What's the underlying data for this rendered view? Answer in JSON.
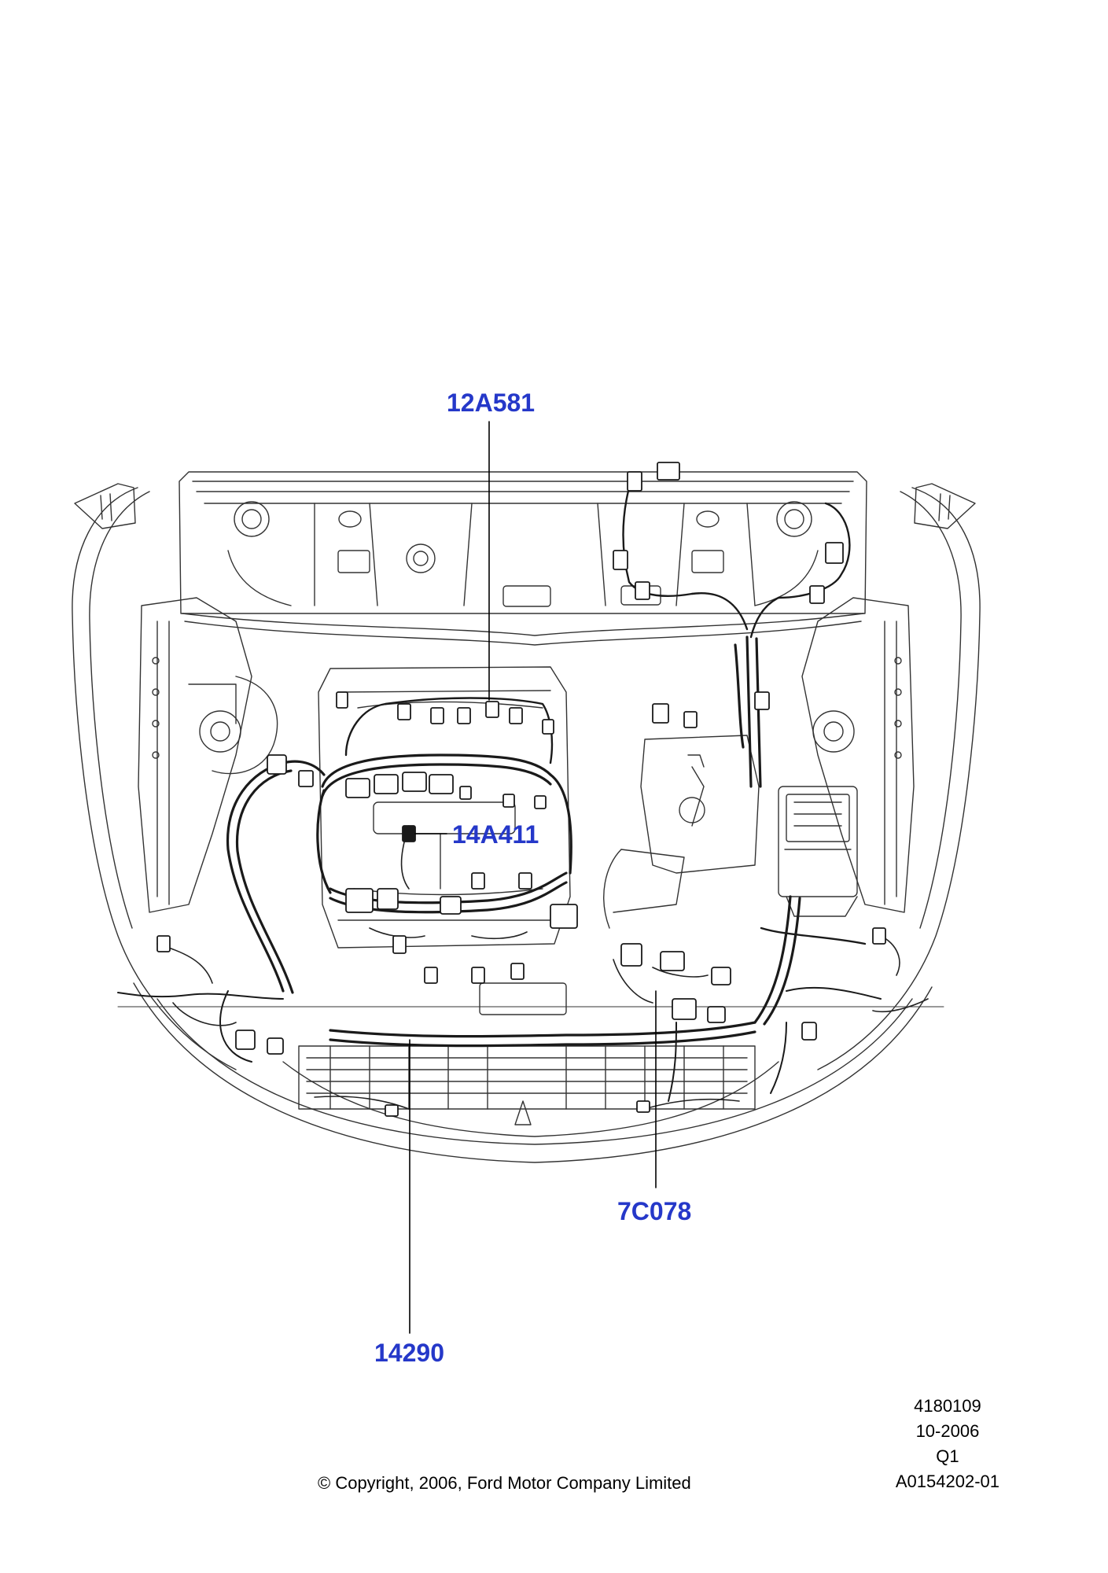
{
  "colors": {
    "callout": "#2538c9",
    "line": "#1a1a1a",
    "light_line": "#555555",
    "background": "#ffffff"
  },
  "callouts": {
    "part_12a581": "12A581",
    "part_14a411": "14A411",
    "part_7c078": "7C078",
    "part_14290": "14290"
  },
  "meta": {
    "illustration_number": "4180109",
    "date": "10-2006",
    "code": "Q1",
    "reference": "A0154202-01"
  },
  "copyright": "© Copyright, 2006, Ford Motor Company Limited"
}
